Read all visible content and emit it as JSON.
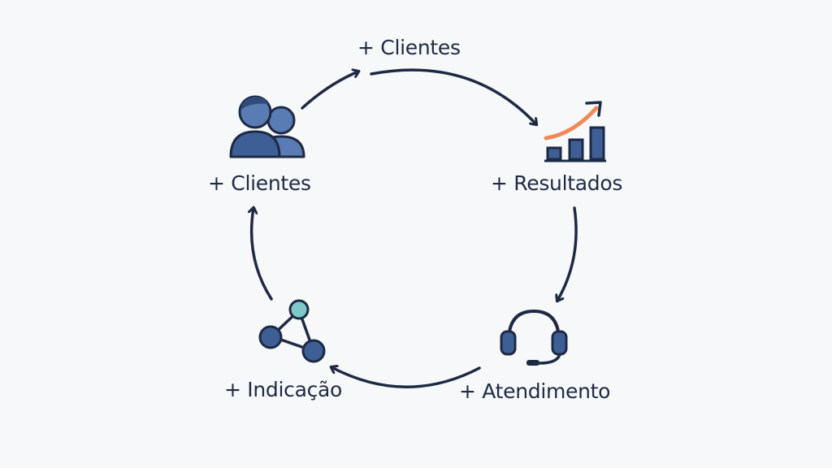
{
  "diagram": {
    "nodes": [
      {
        "id": "top",
        "label": "+ Clientes"
      },
      {
        "id": "left",
        "label": "+ Clientes",
        "icon": "users-icon"
      },
      {
        "id": "right",
        "label": "+ Resultados",
        "icon": "growth-chart-icon"
      },
      {
        "id": "bottom_right",
        "label": "+ Atendimento",
        "icon": "headset-icon"
      },
      {
        "id": "bottom_left",
        "label": "+ Indicação",
        "icon": "network-share-icon"
      }
    ],
    "flow": "clockwise",
    "colors": {
      "stroke": "#1e2a44",
      "icon_fill": "#3e5f96",
      "icon_light": "#5a7cb4",
      "accent_orange": "#ef8a56",
      "accent_teal": "#7ec8c8",
      "background": "#f7f8fa"
    }
  }
}
